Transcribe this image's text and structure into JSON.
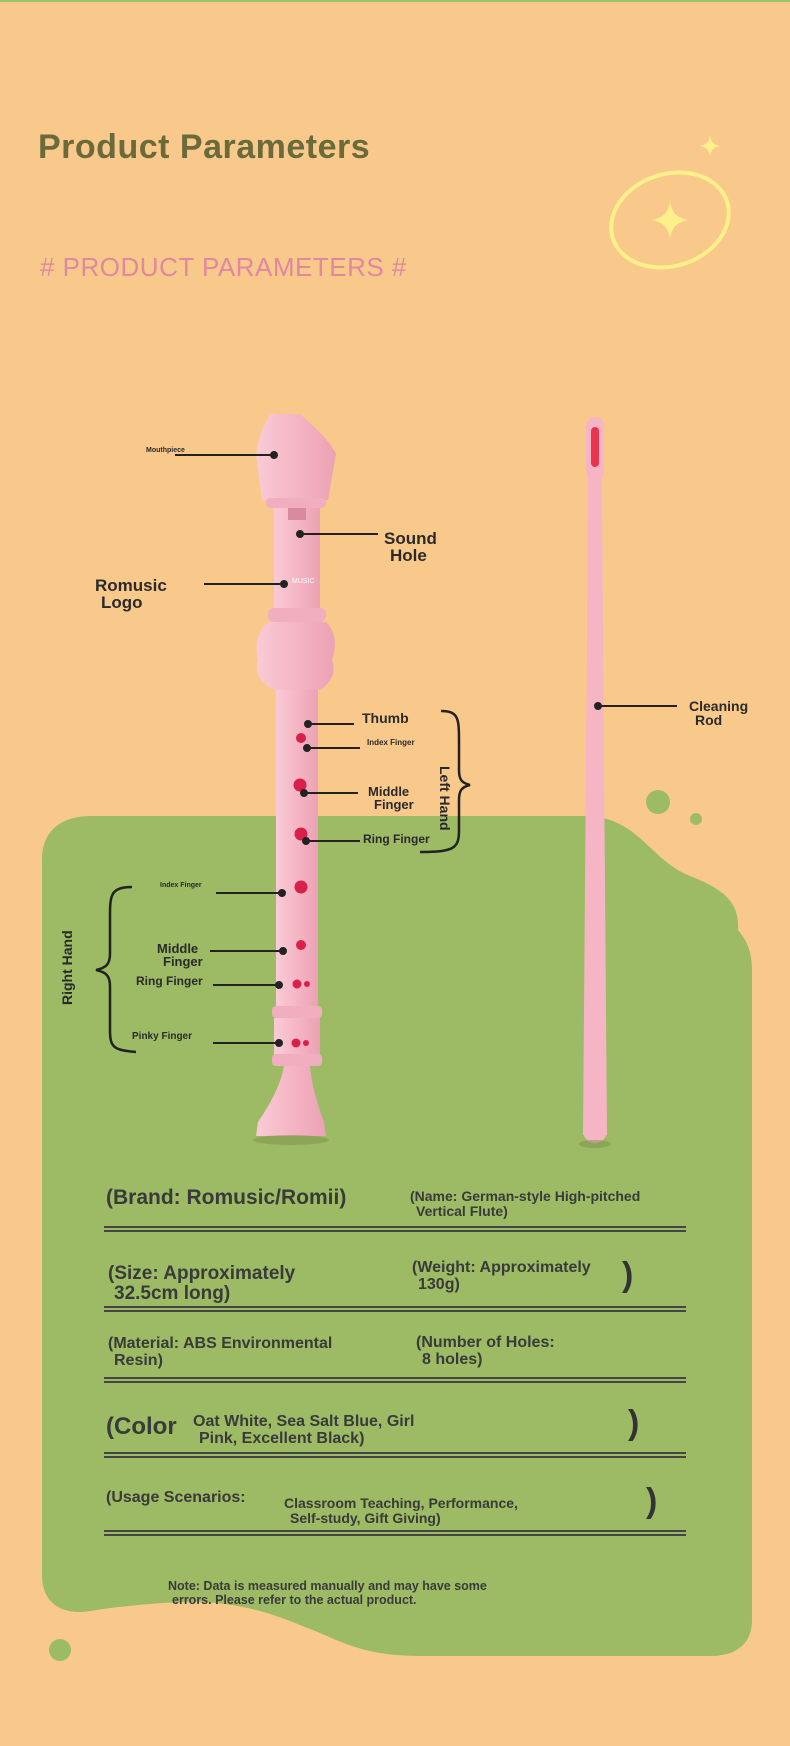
{
  "header": {
    "title": "Product Parameters",
    "subtitle": "#  PRODUCT PARAMETERS   #"
  },
  "diagram": {
    "mouthpiece": "Mouthpiece",
    "sound_hole": [
      "Sound",
      "Hole"
    ],
    "logo": [
      "Romusic",
      "Logo"
    ],
    "logo_on_flute": "MUSIC",
    "thumb": "Thumb",
    "left_index": "Index Finger",
    "left_middle": [
      "Middle",
      "Finger"
    ],
    "left_ring": "Ring Finger",
    "left_hand": "Left Hand",
    "right_index": "Index Finger",
    "right_middle": [
      "Middle",
      "Finger"
    ],
    "right_ring": "Ring Finger",
    "right_pinky": "Pinky Finger",
    "right_hand": "Right Hand",
    "cleaning_rod": [
      "Cleaning",
      "Rod"
    ]
  },
  "specs": {
    "brand": "(Brand: Romusic/Romii)",
    "name": [
      "(Name: German-style High-pitched",
      "Vertical Flute)"
    ],
    "size": [
      "(Size: Approximately",
      "32.5cm long)"
    ],
    "weight": [
      "(Weight: Approximately",
      "130g)"
    ],
    "weight_close": ")",
    "material": [
      "(Material: ABS Environmental",
      "Resin)"
    ],
    "holes": [
      "(Number of Holes:",
      "8 holes)"
    ],
    "color_label": "(Color",
    "color_value": [
      "Oat White, Sea Salt Blue, Girl",
      "Pink, Excellent Black)"
    ],
    "color_close": ")",
    "usage_label": "(Usage Scenarios:",
    "usage_value": [
      "Classroom Teaching, Performance,",
      "Self-study, Gift Giving)"
    ],
    "usage_close": ")"
  },
  "note": [
    "Note: Data is measured manually and may have some",
    "errors. Please refer to the actual product."
  ],
  "colors": {
    "background": "#f9c98b",
    "green": "#9cbb64",
    "flute_pink": "#f4b8c6",
    "hole_red": "#d8204a",
    "title": "#6b6a3a",
    "subtitle": "#e088a0"
  }
}
